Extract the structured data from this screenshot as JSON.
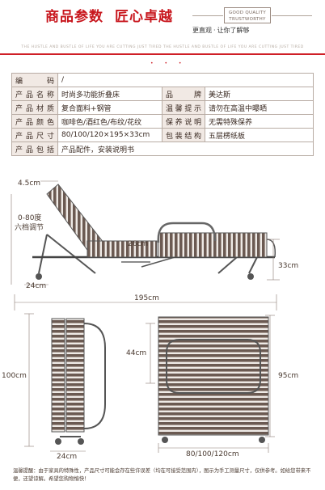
{
  "header": {
    "title_left": "商品参数",
    "title_right": "匠心卓越",
    "quality_line1": "GOOD QUALITY",
    "quality_line2": "TRUSTWORTHY",
    "slogan_a": "更直观",
    "slogan_b": "让你了解够",
    "slogan_sep": "·",
    "tiny_brand": "THE HUSTLE AND BUSTLE OF LIFE YOU ARE CUTTING JUST TIRED  THE HUSTLE AND BUSTLE OF LIFE YOU ARE CUTTING JUST TIRED"
  },
  "specs": [
    {
      "label": "编　码",
      "value": "/"
    },
    {
      "label": "产品名称",
      "value": "时尚多功能折叠床",
      "label2": "品　牌",
      "value2": "美达斯"
    },
    {
      "label": "产品材质",
      "value": "复合面料+钢管",
      "label2": "温馨提示",
      "value2": "请勿在高温中曝晒"
    },
    {
      "label": "产品颜色",
      "value": "咖啡色/酒红色/布纹/花纹",
      "label2": "保养说明",
      "value2": "无需特殊保养"
    },
    {
      "label": "产品尺寸",
      "value": "80/100/120×195×33cm",
      "label2": "包装结构",
      "value2": "五层楞纸板"
    },
    {
      "label": "产品包括",
      "value": "产品配件，安装说明书"
    }
  ],
  "dimensions": {
    "head_thickness": "4.5cm",
    "angle": "0-80度",
    "angle_steps": "六档调节",
    "mattress_height": "26cm",
    "frame_height": "33cm",
    "leg": "24cm",
    "length": "195cm",
    "folded_height": "100cm",
    "folded_depth": "24cm",
    "mid_height": "44cm",
    "total_height": "95cm",
    "widths": "80/100/120cm"
  },
  "footnote": "温馨提醒：由于家具的特殊性，产品尺寸可能会存在些许误差（均在可接受范围内），图示为手工测量尺寸，仅供参考。如给您带来不便，还望谅解。希望您购物愉快！"
}
